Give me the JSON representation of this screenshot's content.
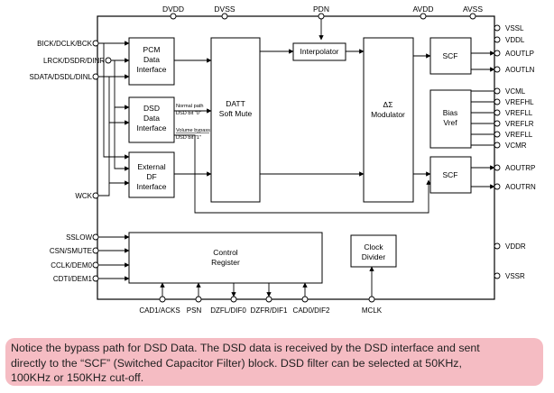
{
  "top_pins": [
    "DVDD",
    "DVSS",
    "PDN",
    "AVDD",
    "AVSS"
  ],
  "left_pins": [
    "BICK/DCLK/BCK",
    "LRCK/DSDR/DINR",
    "SDATA/DSDL/DINL",
    "WCK",
    "SSLOW",
    "CSN/SMUTE",
    "CCLK/DEM0",
    "CDTI/DEM1"
  ],
  "right_pins": [
    "VSSL",
    "VDDL",
    "AOUTLP",
    "AOUTLN",
    "VCML",
    "VREFHL",
    "VREFLL",
    "VREFLR",
    "VREFLL",
    "VCMR",
    "AOUTRP",
    "AOUTRN",
    "VDDR",
    "VSSR"
  ],
  "bottom_pins": [
    "CAD1/ACKS",
    "PSN",
    "DZFL/DIF0",
    "DZFR/DIF1",
    "CAD0/DIF2",
    "MCLK"
  ],
  "blocks": {
    "pcm": [
      "PCM",
      "Data",
      "Interface"
    ],
    "dsd": [
      "DSD",
      "Data",
      "Interface"
    ],
    "ext_df": [
      "External",
      "DF",
      "Interface"
    ],
    "datt": [
      "DATT",
      "Soft Mute"
    ],
    "interpolator": "Interpolator",
    "modulator": [
      "ΔΣ",
      "Modulator"
    ],
    "scf_top": "SCF",
    "bias": [
      "Bias",
      "Vref"
    ],
    "scf_bottom": "SCF",
    "control": [
      "Control",
      "Register"
    ],
    "clock": [
      "Clock",
      "Divider"
    ]
  },
  "path_labels": {
    "normal_path": "Normal path",
    "dsd_bit0": "DSD bit \"0\"",
    "volume_bypass": "Volume bypass",
    "dsd_bit1": "DSD bit \"1\""
  },
  "colors": {
    "highlight": "#f5bcc3",
    "text": "#222222",
    "line": "#000000"
  },
  "note": {
    "lines": [
      "Notice the bypass path for DSD Data. The DSD data is received by the DSD interface and sent",
      "directly to the “SCF” (Switched Capacitor Filter) block. DSD filter can be selected at 50KHz,",
      "100KHz or 150KHz cut-off."
    ]
  }
}
